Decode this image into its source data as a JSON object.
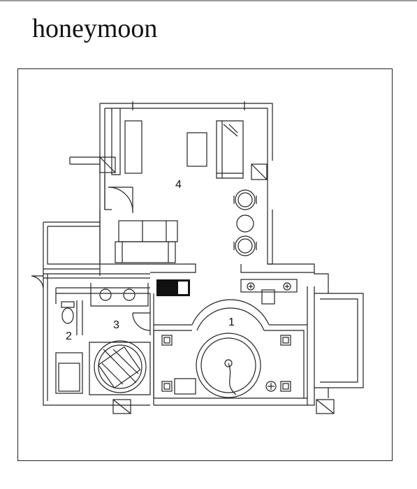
{
  "header": {
    "title": "honeymoon"
  },
  "floorplan": {
    "room_labels": [
      "1",
      "2",
      "3",
      "4"
    ]
  },
  "colors": {
    "line": "#222222",
    "hatch": "#111111",
    "background": "#ffffff"
  }
}
